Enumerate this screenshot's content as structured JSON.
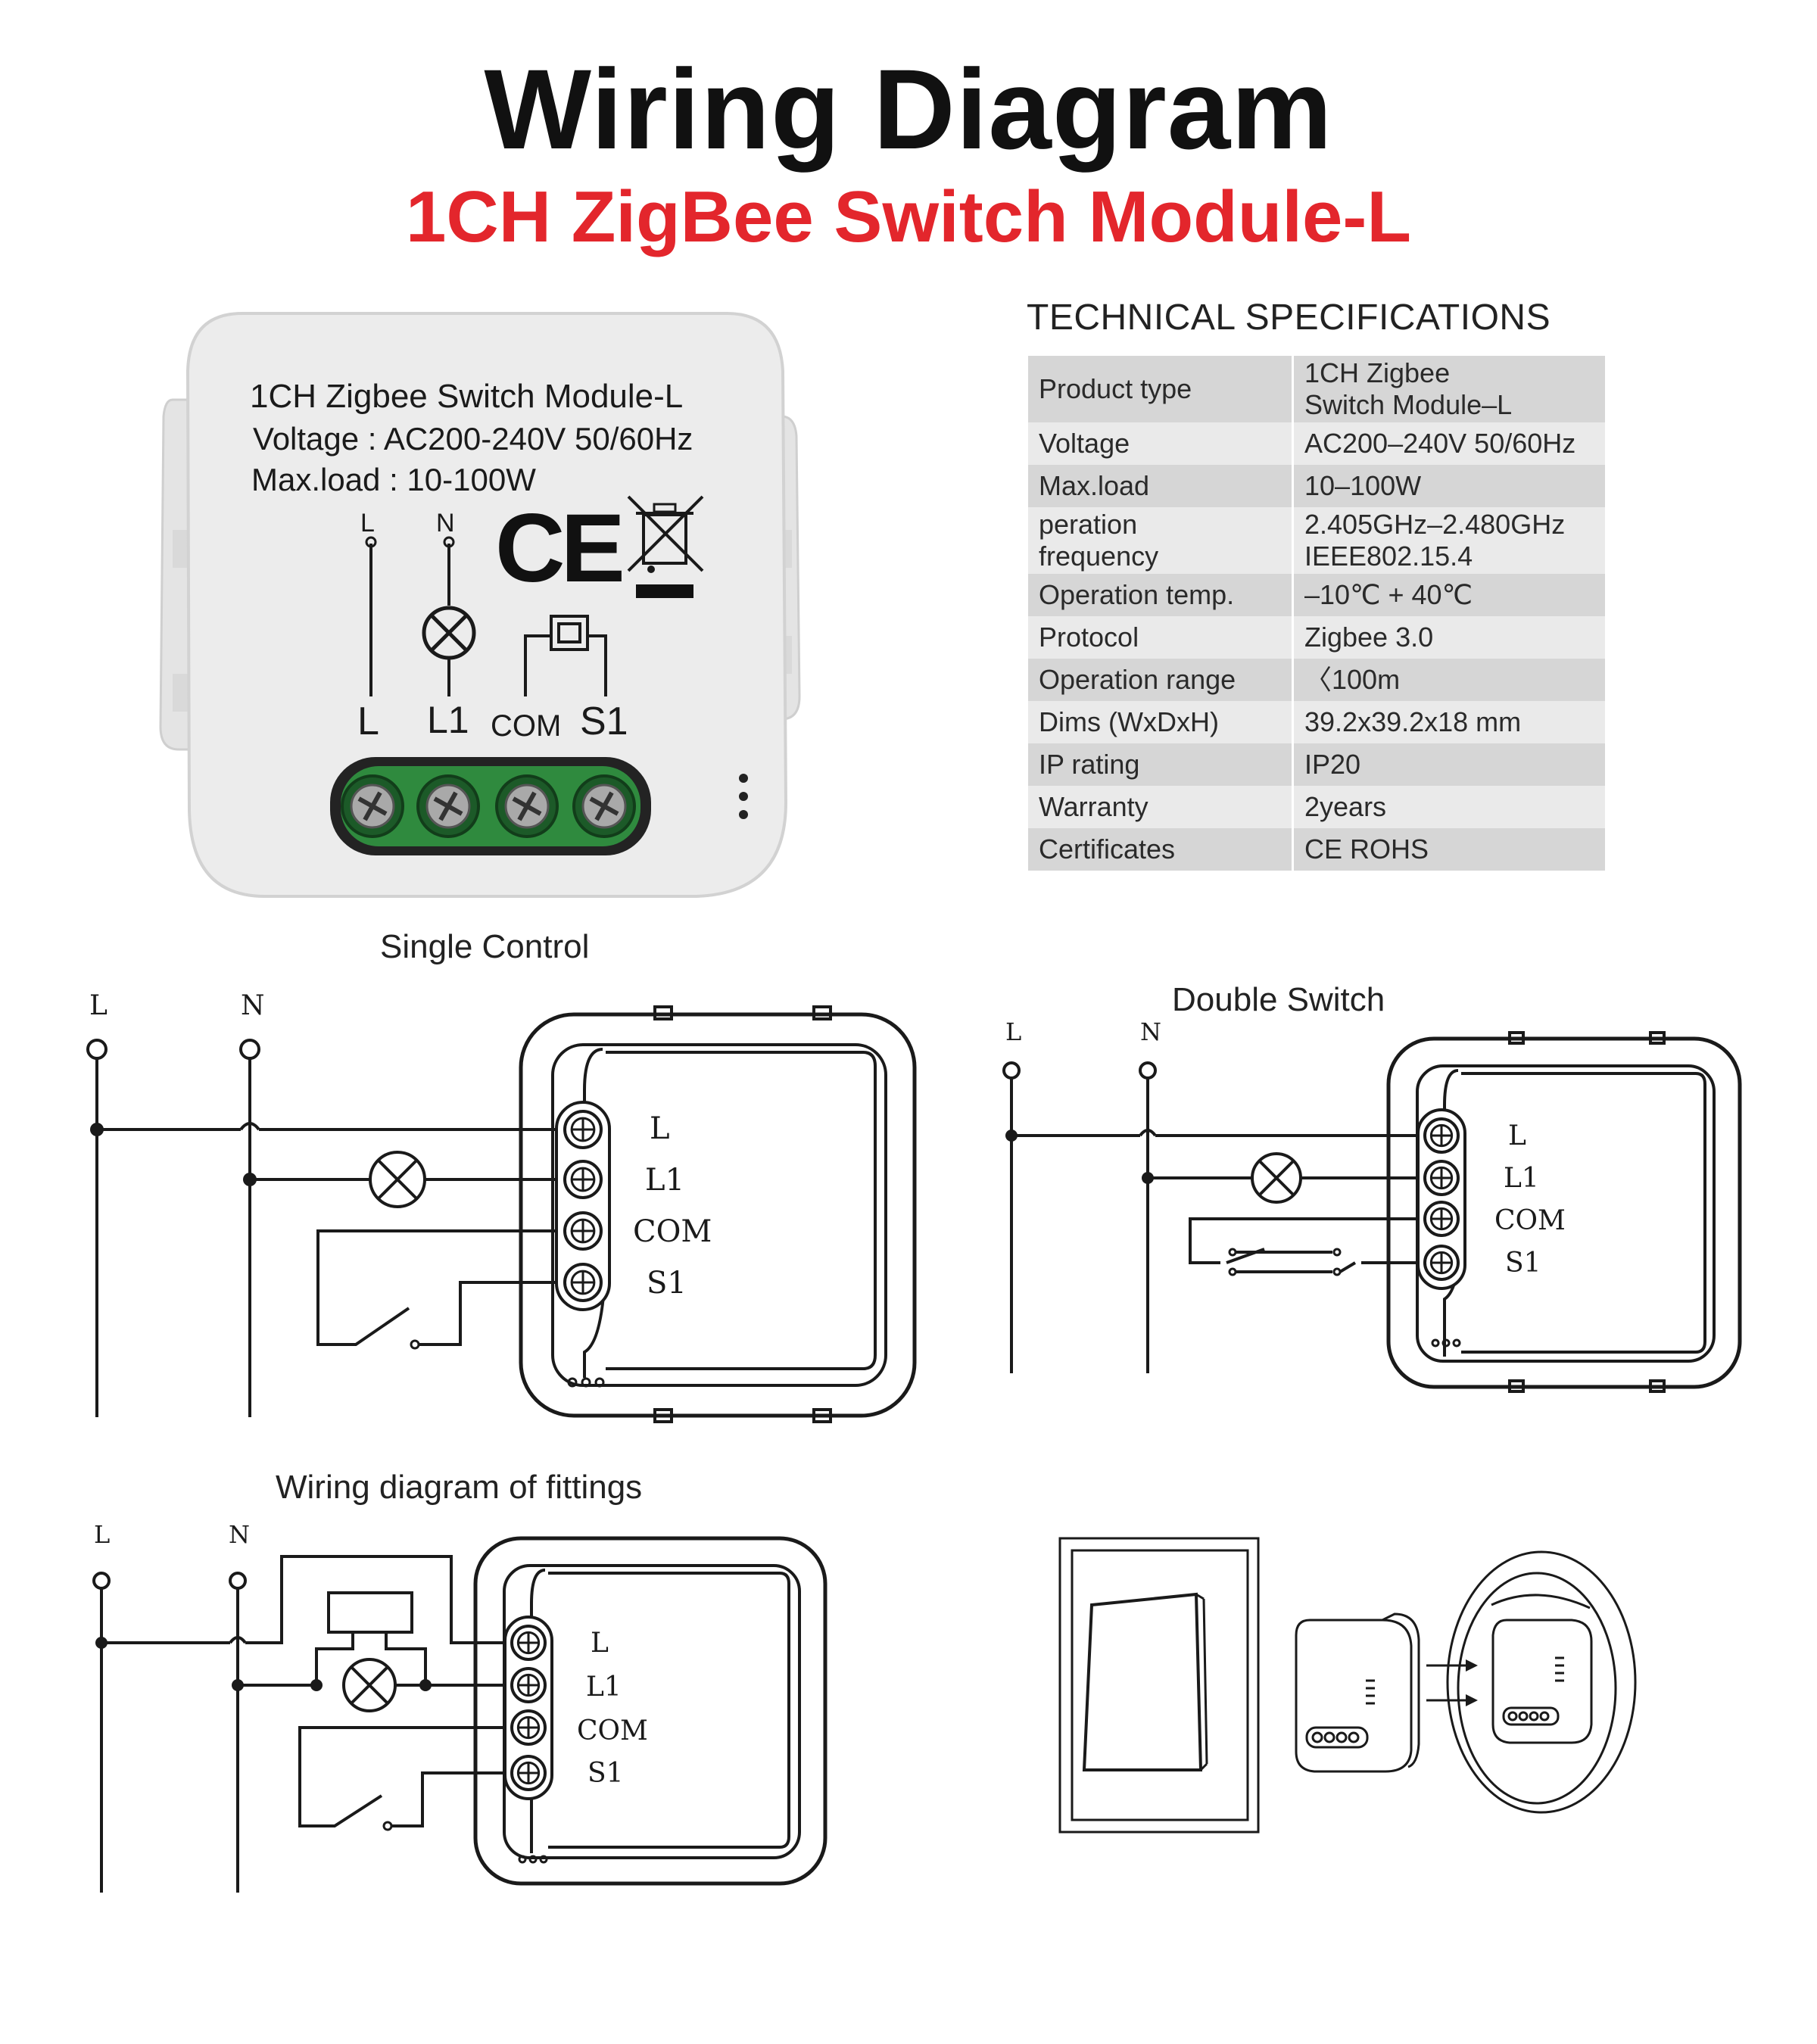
{
  "header": {
    "title": "Wiring Diagram",
    "subtitle": "1CH ZigBee Switch Module-L"
  },
  "product_label": {
    "line1": "1CH Zigbee Switch Module-L",
    "line2": "Voltage : AC200-240V 50/60Hz",
    "line3": "Max.load : 10-100W",
    "terminal_top_L": "L",
    "terminal_top_N": "N",
    "terminal_L": "L",
    "terminal_L1": "L1",
    "terminal_COM": "COM",
    "terminal_S1": "S1",
    "ce_mark": "CE"
  },
  "specs": {
    "heading": "TECHNICAL SPECIFICATIONS",
    "rows": [
      {
        "key": "Product type",
        "value": "1CH Zigbee\nSwitch Module–L"
      },
      {
        "key": "Voltage",
        "value": "AC200–240V 50/60Hz"
      },
      {
        "key": "Max.load",
        "value": "10–100W"
      },
      {
        "key": "peration\nfrequency",
        "value": "2.405GHz–2.480GHz\nIEEE802.15.4"
      },
      {
        "key": "Operation temp.",
        "value": "–10℃ + 40℃"
      },
      {
        "key": "Protocol",
        "value": "Zigbee  3.0"
      },
      {
        "key": "Operation range",
        "value": "〈100m"
      },
      {
        "key": "Dims (WxDxH)",
        "value": "39.2x39.2x18 mm"
      },
      {
        "key": "IP rating",
        "value": "IP20"
      },
      {
        "key": "Warranty",
        "value": "2years"
      },
      {
        "key": "Certificates",
        "value": "CE ROHS"
      }
    ]
  },
  "single_control": {
    "title": "Single Control",
    "line_L": "L",
    "line_N": "N",
    "term_L": "L",
    "term_L1": "L1",
    "term_COM": "COM",
    "term_S1": "S1"
  },
  "double_switch": {
    "title": "Double Switch",
    "line_L": "L",
    "line_N": "N",
    "term_L": "L",
    "term_L1": "L1",
    "term_COM": "COM",
    "term_S1": "S1"
  },
  "fittings": {
    "title": "Wiring diagram of fittings",
    "line_L": "L",
    "line_N": "N",
    "term_L": "L",
    "term_L1": "L1",
    "term_COM": "COM",
    "term_S1": "S1"
  },
  "colors": {
    "title": "#111111",
    "subtitle": "#e3262c",
    "terminal_green": "#2f8a3e",
    "module_body": "#ececec",
    "table_row_dark": "#d6d6d6",
    "table_row_light": "#eaeaea"
  }
}
